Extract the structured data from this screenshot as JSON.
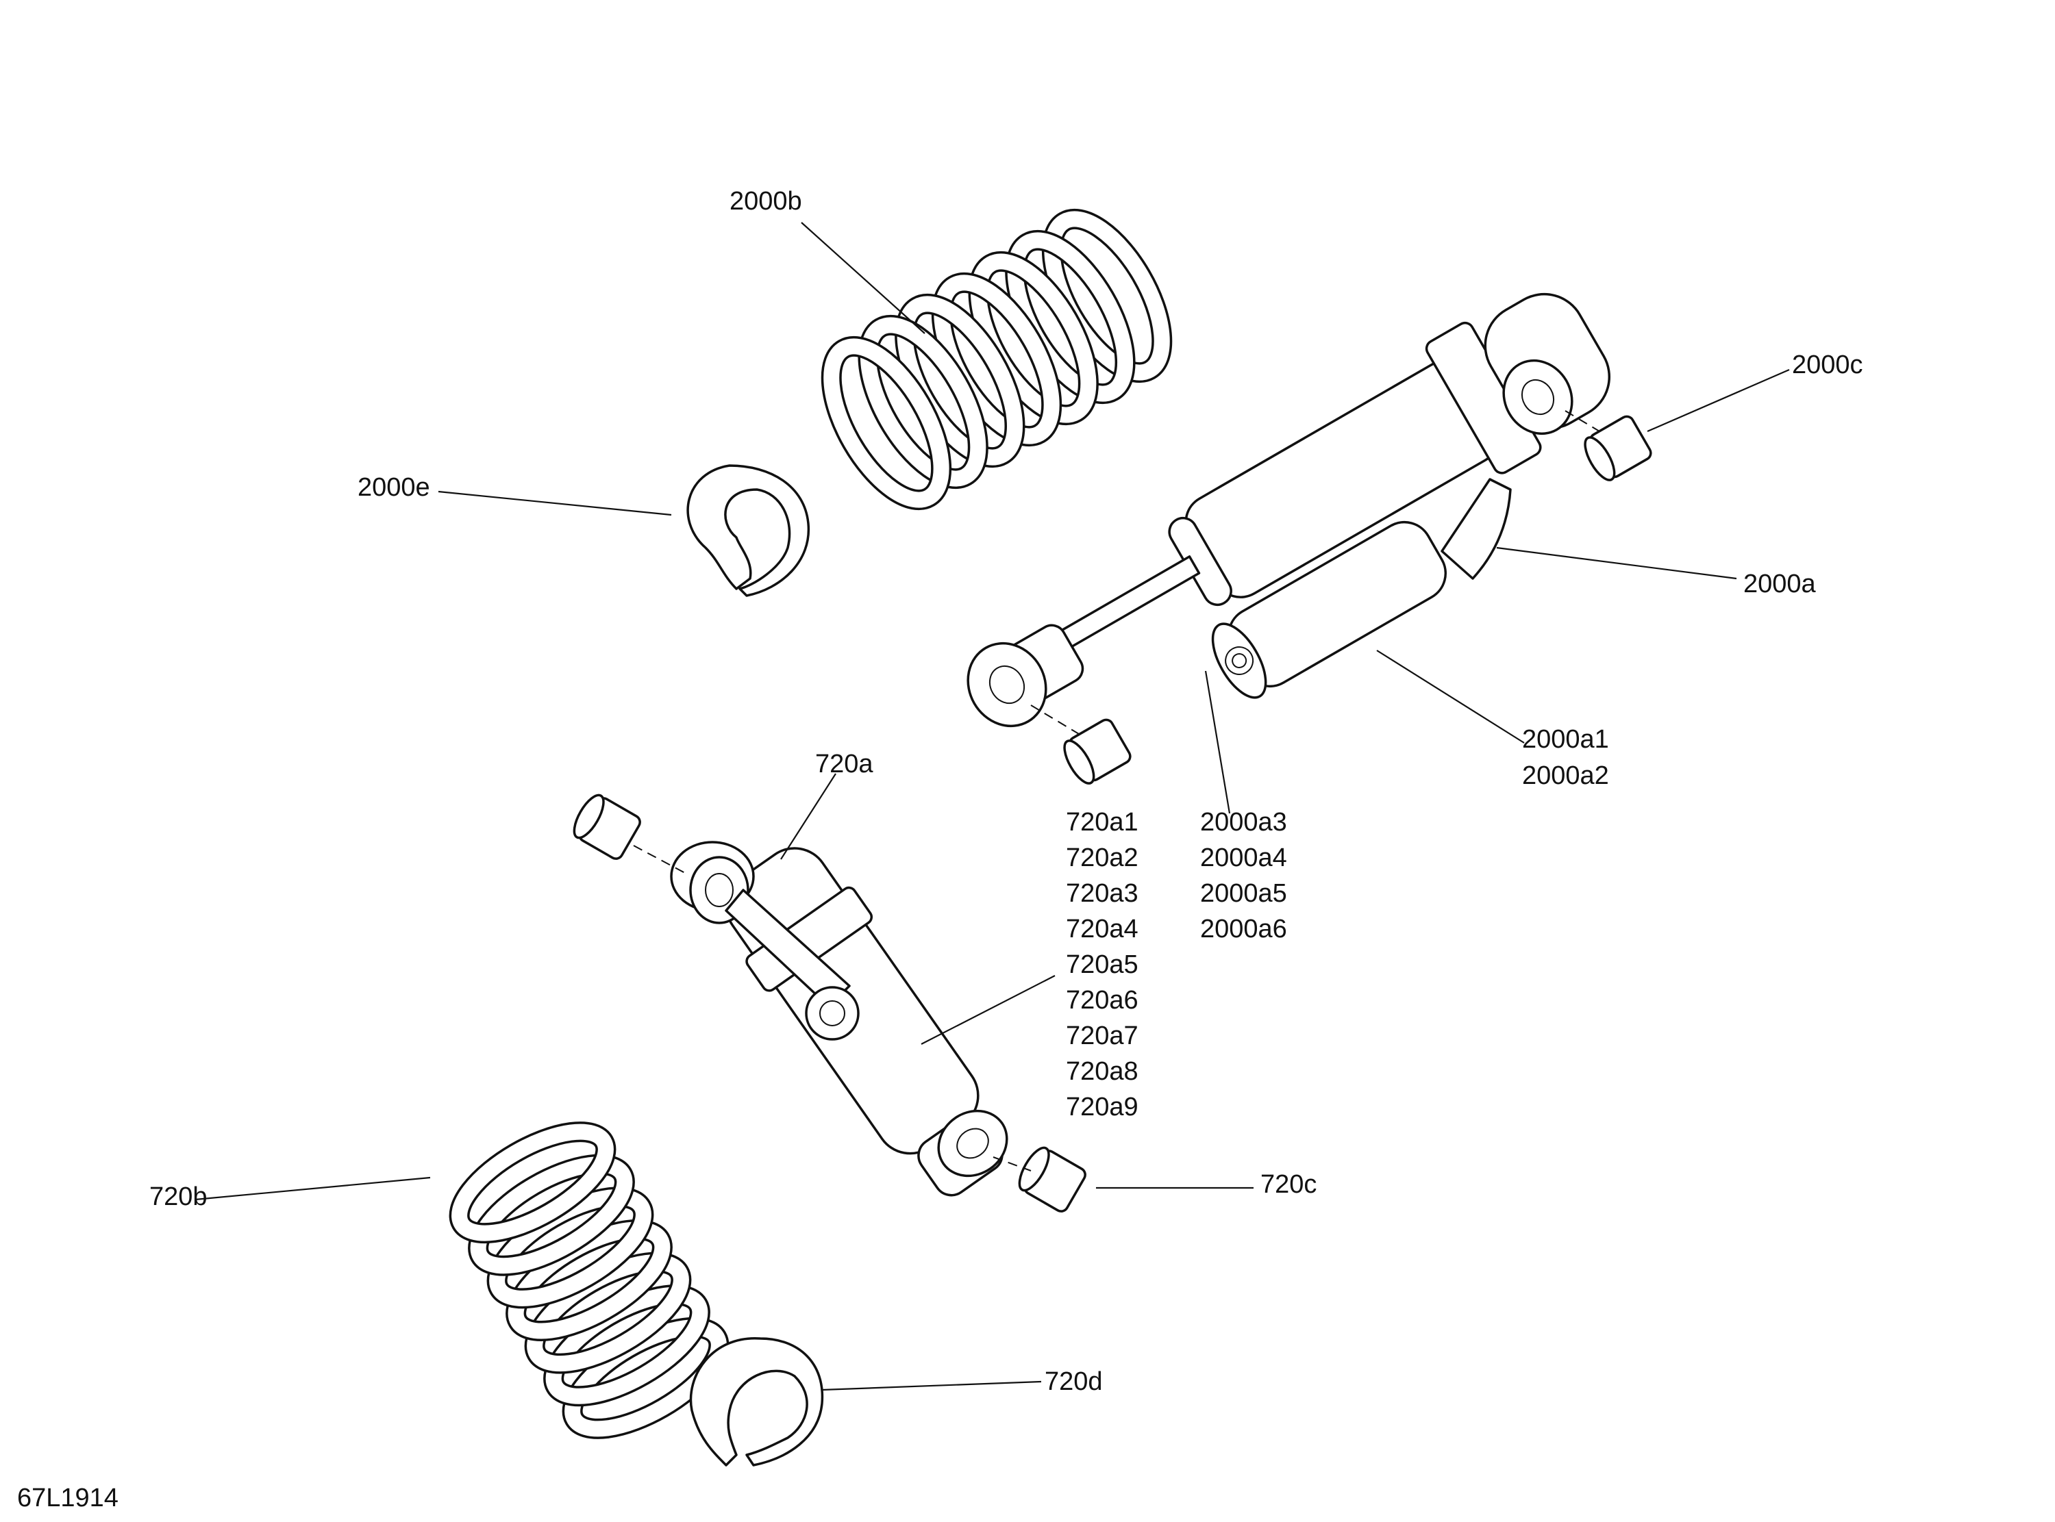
{
  "labels": {
    "l2000b": "2000b",
    "l2000c": "2000c",
    "l2000e": "2000e",
    "l2000a": "2000a",
    "l2000a1": "2000a1",
    "l2000a2": "2000a2",
    "l720a": "720a",
    "l720b": "720b",
    "l720c": "720c",
    "l720d": "720d"
  },
  "list_720a": [
    "720a1",
    "720a2",
    "720a3",
    "720a4",
    "720a5",
    "720a6",
    "720a7",
    "720a8",
    "720a9"
  ],
  "list_2000a": [
    "2000a3",
    "2000a4",
    "2000a5",
    "2000a6"
  ],
  "drawing_code": "67L1914"
}
